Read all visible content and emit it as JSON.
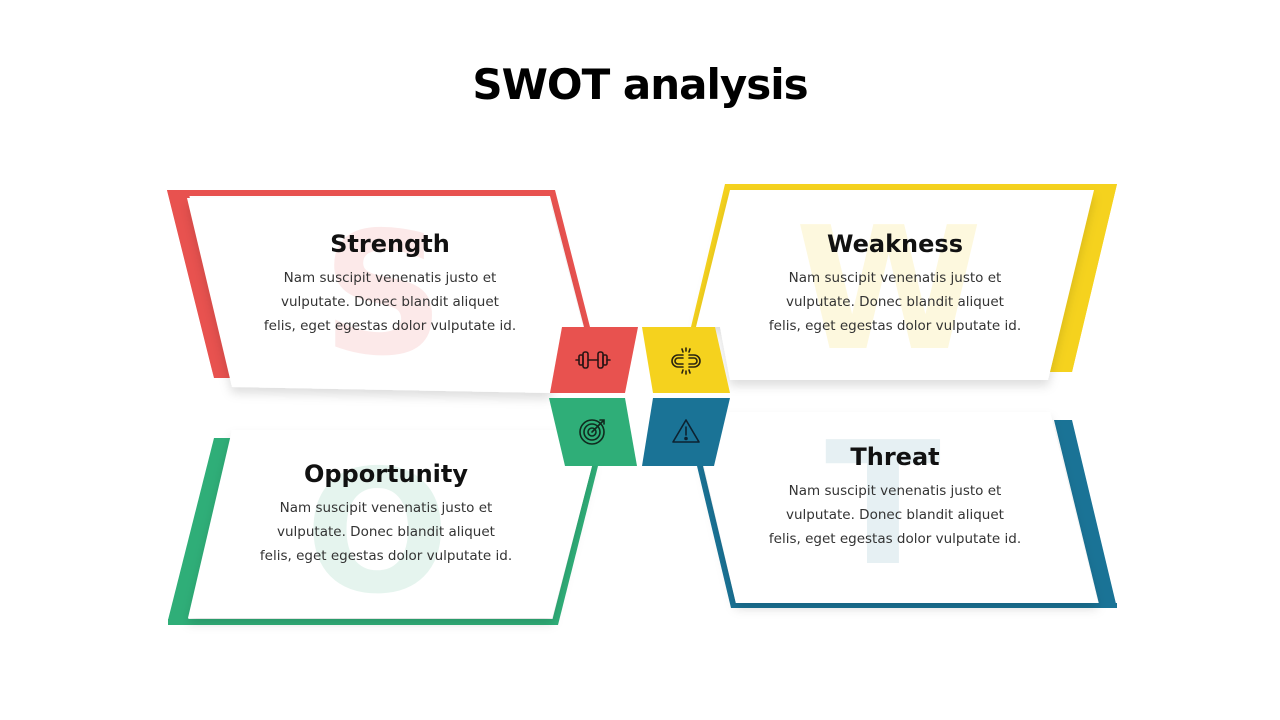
{
  "title": "SWOT analysis",
  "colors": {
    "strength": "#E8524F",
    "weakness": "#F5D21E",
    "opportunity": "#2FAE78",
    "threat": "#1A7396"
  },
  "quadrants": [
    {
      "key": "strength",
      "letter": "S",
      "heading": "Strength",
      "body": "Nam suscipit venenatis  justo et\nvulputate.  Donec blandit aliquet\nfelis, eget egestas  dolor vulputate  id.",
      "icon": "dumbbell-icon"
    },
    {
      "key": "weakness",
      "letter": "W",
      "heading": "Weakness",
      "body": "Nam suscipit venenatis  justo et\nvulputate.  Donec blandit aliquet\nfelis, eget egestas  dolor vulputate  id.",
      "icon": "broken-link-icon"
    },
    {
      "key": "opportunity",
      "letter": "O",
      "heading": "Opportunity",
      "body": "Nam suscipit venenatis  justo et\nvulputate.  Donec blandit aliquet\nfelis, eget egestas  dolor vulputate  id.",
      "icon": "target-icon"
    },
    {
      "key": "threat",
      "letter": "T",
      "heading": "Threat",
      "body": "Nam suscipit venenatis  justo et\nvulputate.  Donec blandit aliquet\nfelis, eget egestas  dolor vulputate  id.",
      "icon": "warning-icon"
    }
  ]
}
